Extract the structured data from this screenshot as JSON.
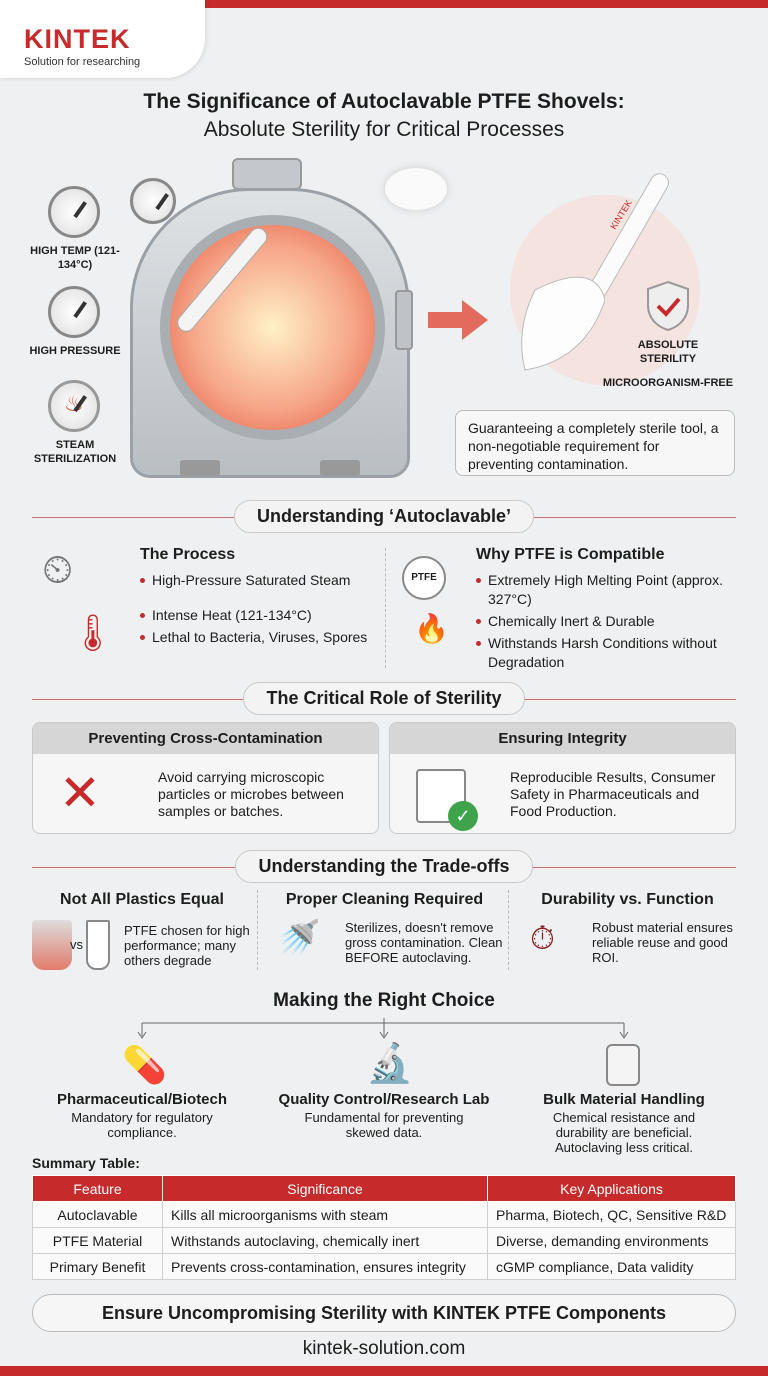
{
  "brand": {
    "name": "KINTEK",
    "tagline": "Solution for researching",
    "accent": "#c62a2a"
  },
  "title": {
    "line1": "The Significance of Autoclavable PTFE Shovels:",
    "line2": "Absolute Sterility for Critical Processes"
  },
  "hero": {
    "conditions": [
      {
        "label": "HIGH TEMP (121-134°C)",
        "icon": "thermometer-gauge-icon"
      },
      {
        "label": "HIGH PRESSURE",
        "icon": "pressure-gauge-icon"
      },
      {
        "label": "STEAM STERILIZATION",
        "icon": "steam-icon"
      }
    ],
    "shovel_brand": "KINTEK",
    "badge": {
      "line1": "ABSOLUTE",
      "line2": "STERILITY",
      "sub": "MICROORGANISM-FREE"
    },
    "callout": "Guaranteeing a completely sterile tool, a non-negotiable requirement for preventing contamination."
  },
  "autoclavable": {
    "heading": "Understanding ‘Autoclavable’",
    "process": {
      "title": "The Process",
      "items": [
        "High-Pressure Saturated Steam",
        "Intense Heat (121-134°C)",
        "Lethal to Bacteria, Viruses, Spores"
      ]
    },
    "ptfe": {
      "title": "Why PTFE is Compatible",
      "icon_label": "PTFE",
      "items": [
        "Extremely High Melting Point (approx. 327°C)",
        "Chemically Inert & Durable",
        "Withstands Harsh Conditions without Degradation"
      ]
    }
  },
  "sterility": {
    "heading": "The Critical Role of Sterility",
    "cards": [
      {
        "title": "Preventing Cross-Contamination",
        "text": "Avoid carrying microscopic particles or microbes between samples or batches."
      },
      {
        "title": "Ensuring Integrity",
        "text": "Reproducible Results, Consumer Safety in Pharmaceuticals and Food Production."
      }
    ]
  },
  "tradeoffs": {
    "heading": "Understanding the Trade-offs",
    "vs": "vs",
    "items": [
      {
        "title": "Not All Plastics Equal",
        "text": "PTFE chosen for high performance; many others degrade"
      },
      {
        "title": "Proper Cleaning Required",
        "text": "Sterilizes, doesn't remove gross contamination. Clean BEFORE autoclaving."
      },
      {
        "title": "Durability vs. Function",
        "text": "Robust material ensures reliable reuse and good ROI."
      }
    ]
  },
  "choice": {
    "heading": "Making the Right Choice",
    "items": [
      {
        "title": "Pharmaceutical/Biotech",
        "text": "Mandatory for regulatory compliance."
      },
      {
        "title": "Quality Control/Research Lab",
        "text": "Fundamental for preventing skewed data."
      },
      {
        "title": "Bulk Material Handling",
        "text": "Chemical resistance and durability are beneficial. Autoclaving less critical."
      }
    ]
  },
  "summary": {
    "label": "Summary Table:",
    "headers": [
      "Feature",
      "Significance",
      "Key Applications"
    ],
    "rows": [
      [
        "Autoclavable",
        "Kills all microorganisms with steam",
        "Pharma, Biotech, QC, Sensitive R&D"
      ],
      [
        "PTFE Material",
        "Withstands autoclaving, chemically inert",
        "Diverse, demanding environments"
      ],
      [
        "Primary Benefit",
        "Prevents cross-contamination, ensures integrity",
        "cGMP compliance, Data validity"
      ]
    ]
  },
  "footer": {
    "cta": "Ensure Uncompromising Sterility with KINTEK PTFE Components",
    "url": "kintek-solution.com"
  }
}
